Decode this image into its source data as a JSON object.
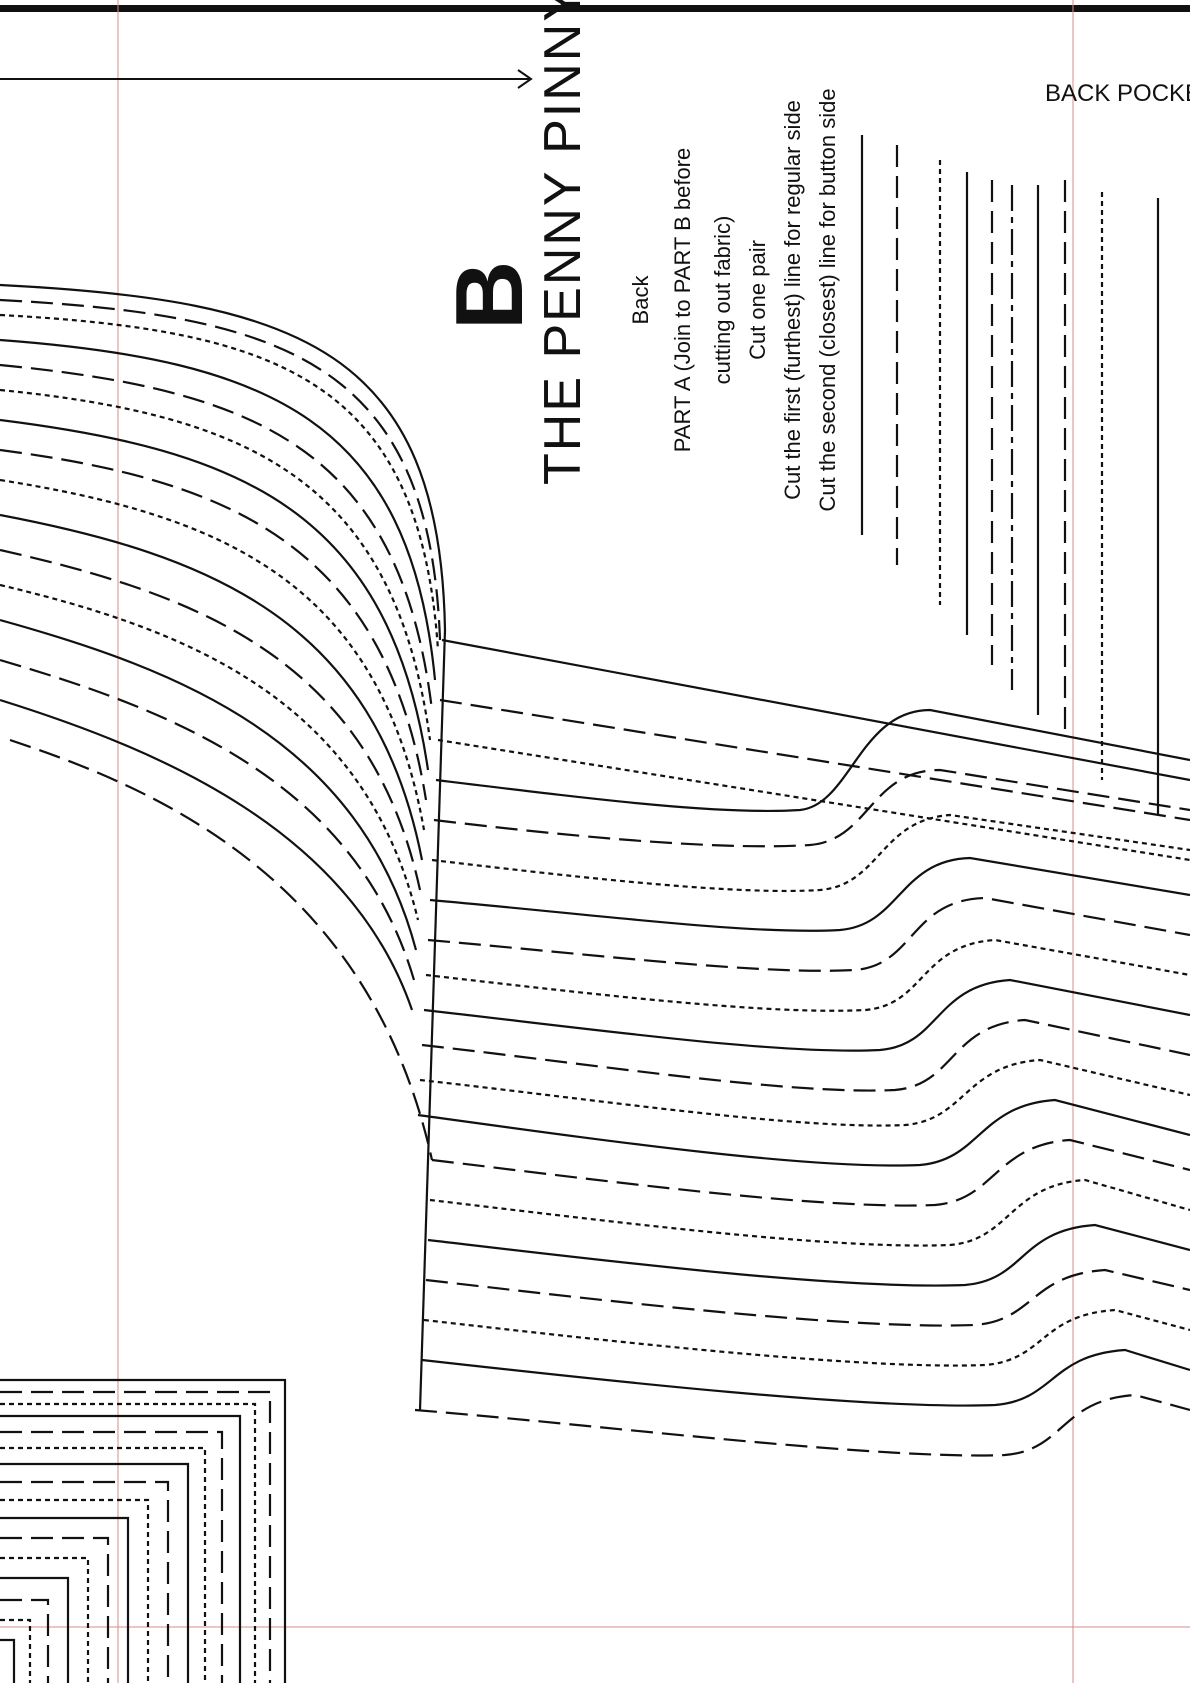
{
  "pattern": {
    "piece_letter": "B",
    "title": "THE PENNY PINNY",
    "instructions": [
      "Back",
      "PART A (Join to PART B before",
      "cutting out fabric)",
      "Cut one pair",
      "Cut the first (furthest) line for regular side",
      "Cut the second (closest) line for button side"
    ],
    "adjacent_piece_label": "BACK POCKE"
  }
}
